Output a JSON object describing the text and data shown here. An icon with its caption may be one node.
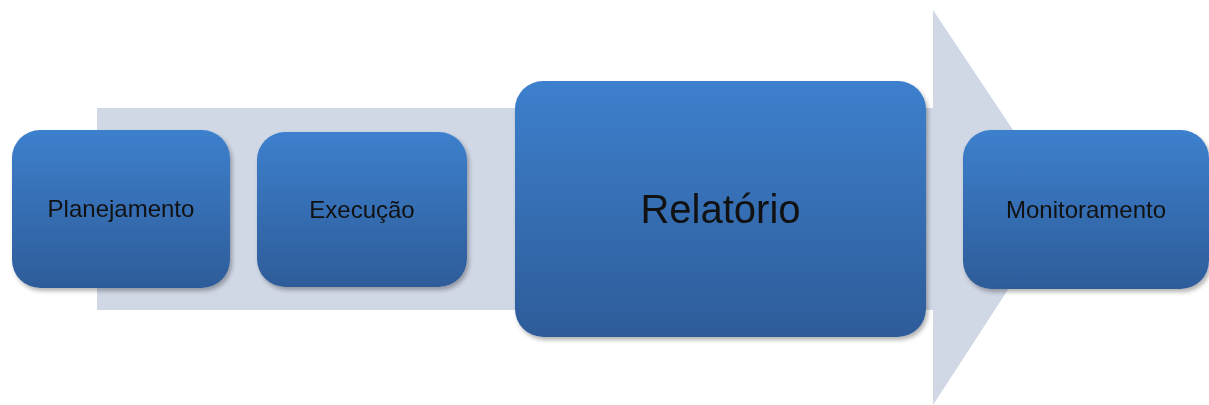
{
  "diagram": {
    "nodes": [
      {
        "text": [
          "Planejamento"
        ]
      },
      {
        "text": [
          "Execução"
        ]
      },
      {
        "text": [
          "Relatório"
        ]
      },
      {
        "text": [
          "Monitoramento"
        ]
      }
    ]
  }
}
